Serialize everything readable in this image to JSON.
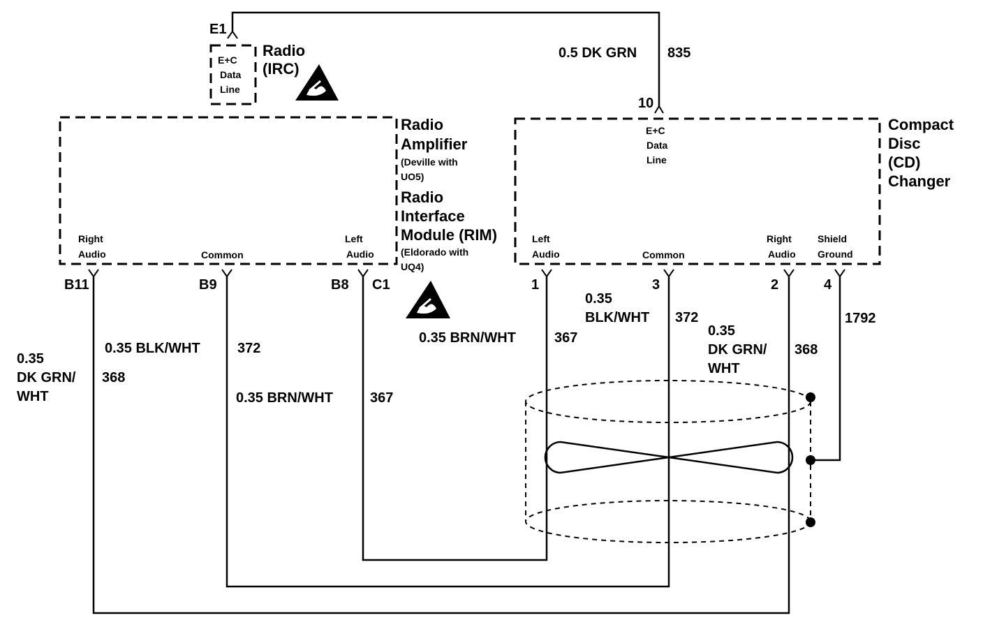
{
  "radio": {
    "pin": "E1",
    "name_line1": "Radio",
    "name_line2": "(IRC)",
    "data_line": [
      "E+C",
      "Data",
      "Line"
    ]
  },
  "amplifier": {
    "name": [
      "Radio",
      "Amplifier"
    ],
    "note": [
      "(Deville with",
      "UO5)"
    ],
    "rim_name": [
      "Radio",
      "Interface",
      "Module (RIM)"
    ],
    "rim_note": [
      "(Eldorado with",
      "UQ4)"
    ],
    "terminals": {
      "right_audio": [
        "Right",
        "Audio"
      ],
      "common": "Common",
      "left_audio": [
        "Left",
        "Audio"
      ]
    },
    "pins": {
      "right": "B11",
      "common": "B9",
      "left": "B8",
      "c1": "C1"
    }
  },
  "cd_changer": {
    "name": [
      "Compact",
      "Disc",
      "(CD)",
      "Changer"
    ],
    "pin_data": "10",
    "data_line": [
      "E+C",
      "Data",
      "Line"
    ],
    "terminals": {
      "left_audio": [
        "Left",
        "Audio"
      ],
      "common": "Common",
      "right_audio": [
        "Right",
        "Audio"
      ],
      "shield_ground": [
        "Shield",
        "Ground"
      ]
    },
    "pins": {
      "left": "1",
      "common": "3",
      "right": "2",
      "shield": "4"
    }
  },
  "wires": {
    "data": {
      "size_color": "0.5 DK GRN",
      "circuit": "835"
    },
    "amp_right": {
      "size": "0.35",
      "color": [
        "DK GRN/",
        "WHT"
      ],
      "circuit": "368"
    },
    "amp_common": {
      "label": "0.35 BLK/WHT",
      "circuit": "372"
    },
    "amp_left": {
      "label": "0.35 BRN/WHT",
      "circuit": "367"
    },
    "cd_left": {
      "label": "0.35 BRN/WHT",
      "circuit": "367"
    },
    "cd_common": {
      "size": "0.35",
      "color": "BLK/WHT",
      "circuit": "372"
    },
    "cd_right": {
      "size": "0.35",
      "color": [
        "DK GRN/",
        "WHT"
      ],
      "circuit": "368"
    },
    "cd_shield": {
      "circuit": "1792"
    }
  },
  "icons": [
    "esd-warning-icon",
    "esd-warning-icon"
  ]
}
